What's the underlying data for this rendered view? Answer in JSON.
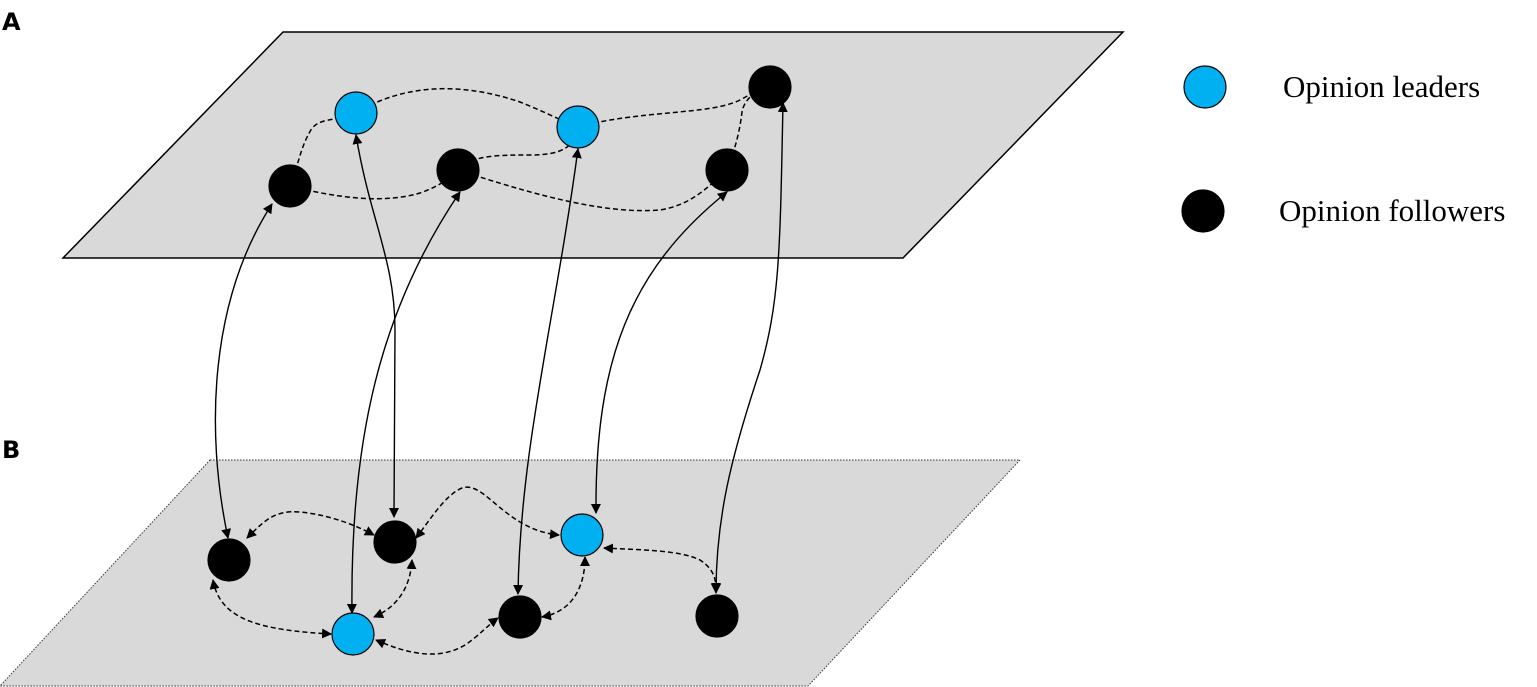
{
  "panels": {
    "a_label": "A",
    "b_label": "B"
  },
  "legend": {
    "leaders": {
      "label": "Opinion leaders",
      "color": "#00b0f0"
    },
    "followers": {
      "label": "Opinion followers",
      "color": "#000000"
    }
  },
  "layer_a": {
    "nodes": [
      {
        "id": "a-leader-1",
        "type": "leader"
      },
      {
        "id": "a-leader-2",
        "type": "leader"
      },
      {
        "id": "a-follower-1",
        "type": "follower"
      },
      {
        "id": "a-follower-2",
        "type": "follower"
      },
      {
        "id": "a-follower-3",
        "type": "follower"
      },
      {
        "id": "a-follower-4",
        "type": "follower"
      }
    ]
  },
  "layer_b": {
    "nodes": [
      {
        "id": "b-leader-1",
        "type": "leader"
      },
      {
        "id": "b-leader-2",
        "type": "leader"
      },
      {
        "id": "b-follower-1",
        "type": "follower"
      },
      {
        "id": "b-follower-2",
        "type": "follower"
      },
      {
        "id": "b-follower-3",
        "type": "follower"
      },
      {
        "id": "b-follower-4",
        "type": "follower"
      }
    ]
  }
}
